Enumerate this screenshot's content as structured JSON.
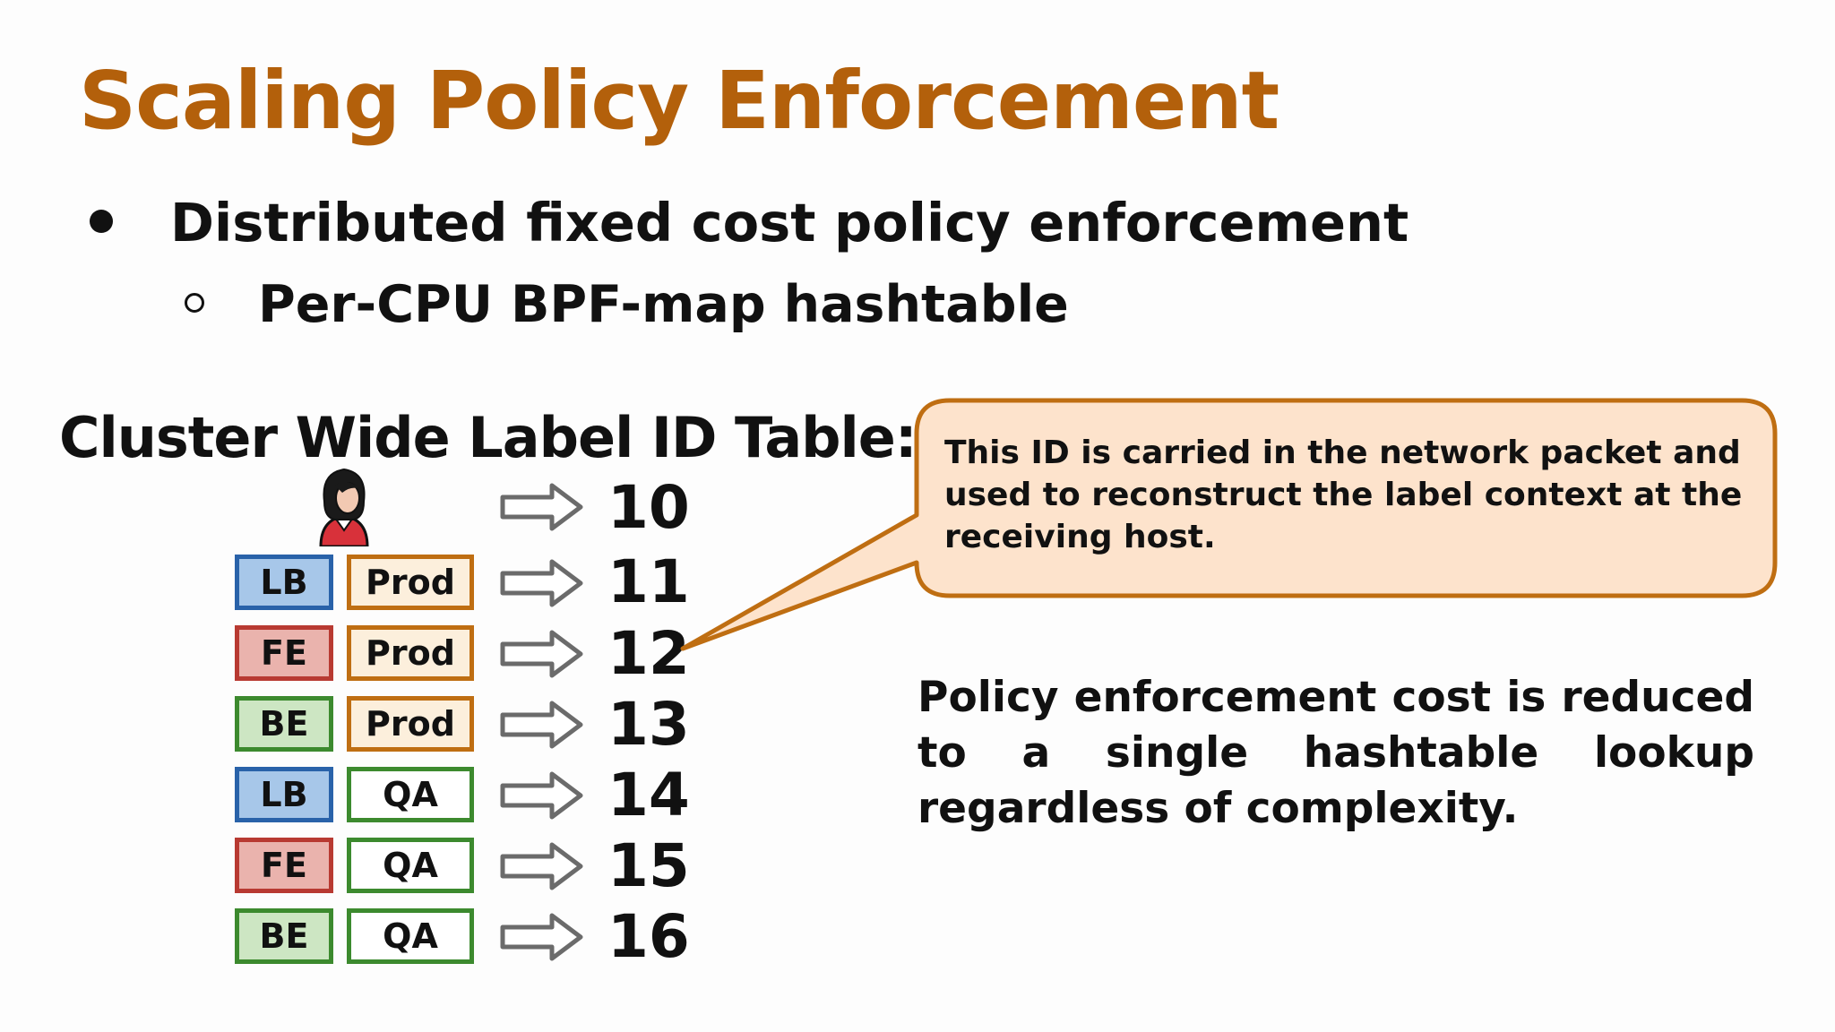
{
  "slide": {
    "title": "Scaling Policy Enforcement",
    "bullet_1": "Distributed fixed cost policy enforcement",
    "bullet_1_sub": "Per-CPU BPF-map hashtable",
    "table_heading": "Cluster Wide Label ID Table:",
    "person_id": "10",
    "rows": [
      {
        "role": "LB",
        "env": "Prod",
        "id": "11"
      },
      {
        "role": "FE",
        "env": "Prod",
        "id": "12"
      },
      {
        "role": "BE",
        "env": "Prod",
        "id": "13"
      },
      {
        "role": "LB",
        "env": "QA",
        "id": "14"
      },
      {
        "role": "FE",
        "env": "QA",
        "id": "15"
      },
      {
        "role": "BE",
        "env": "QA",
        "id": "16"
      }
    ],
    "callout": "This ID is carried in the network packet and used to reconstruct the label context at the receiving host.",
    "summary": "Policy enforcement cost is reduced to a single hashtable lookup regardless of complexity."
  },
  "colors": {
    "title": "#b3600b",
    "callout_fill": "#fde3cc",
    "callout_border": "#bf6e12",
    "arrow_stroke": "#6b6b6b"
  },
  "icons": {
    "arrow": "right-block-arrow-icon",
    "person": "person-icon"
  }
}
